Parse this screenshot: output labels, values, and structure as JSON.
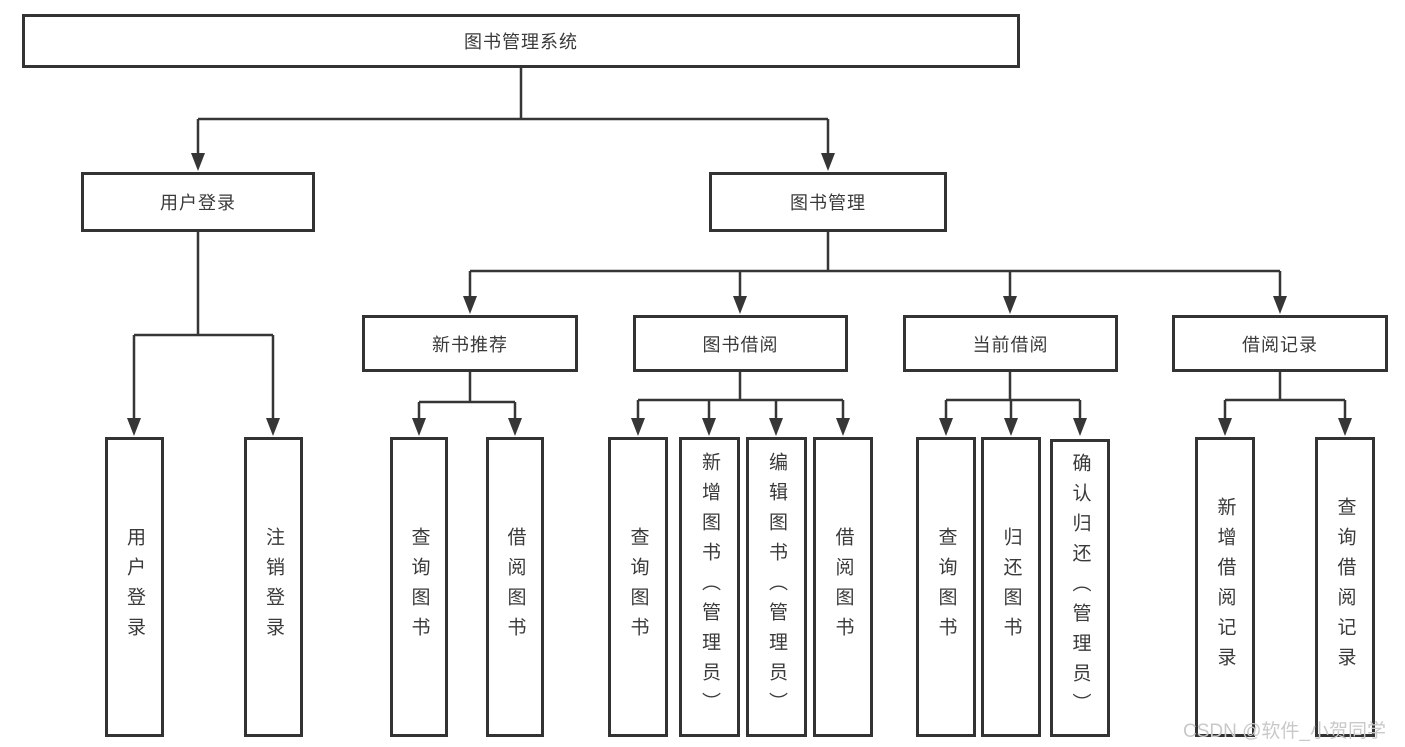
{
  "tree": {
    "root": "图书管理系统",
    "level2": [
      {
        "label": "用户登录",
        "children": [
          "用户登录",
          "注销登录"
        ]
      },
      {
        "label": "图书管理"
      }
    ],
    "level3": [
      {
        "label": "新书推荐",
        "children": [
          "查询图书",
          "借阅图书"
        ]
      },
      {
        "label": "图书借阅",
        "children": [
          "查询图书",
          "新增图书（管理员）",
          "编辑图书（管理员）",
          "借阅图书"
        ]
      },
      {
        "label": "当前借阅",
        "children": [
          "查询图书",
          "归还图书",
          "确认归还（管理员）"
        ]
      },
      {
        "label": "借阅记录",
        "children": [
          "新增借阅记录",
          "查询借阅记录"
        ]
      }
    ]
  },
  "watermark": "CSDN @软件_小贺同学"
}
